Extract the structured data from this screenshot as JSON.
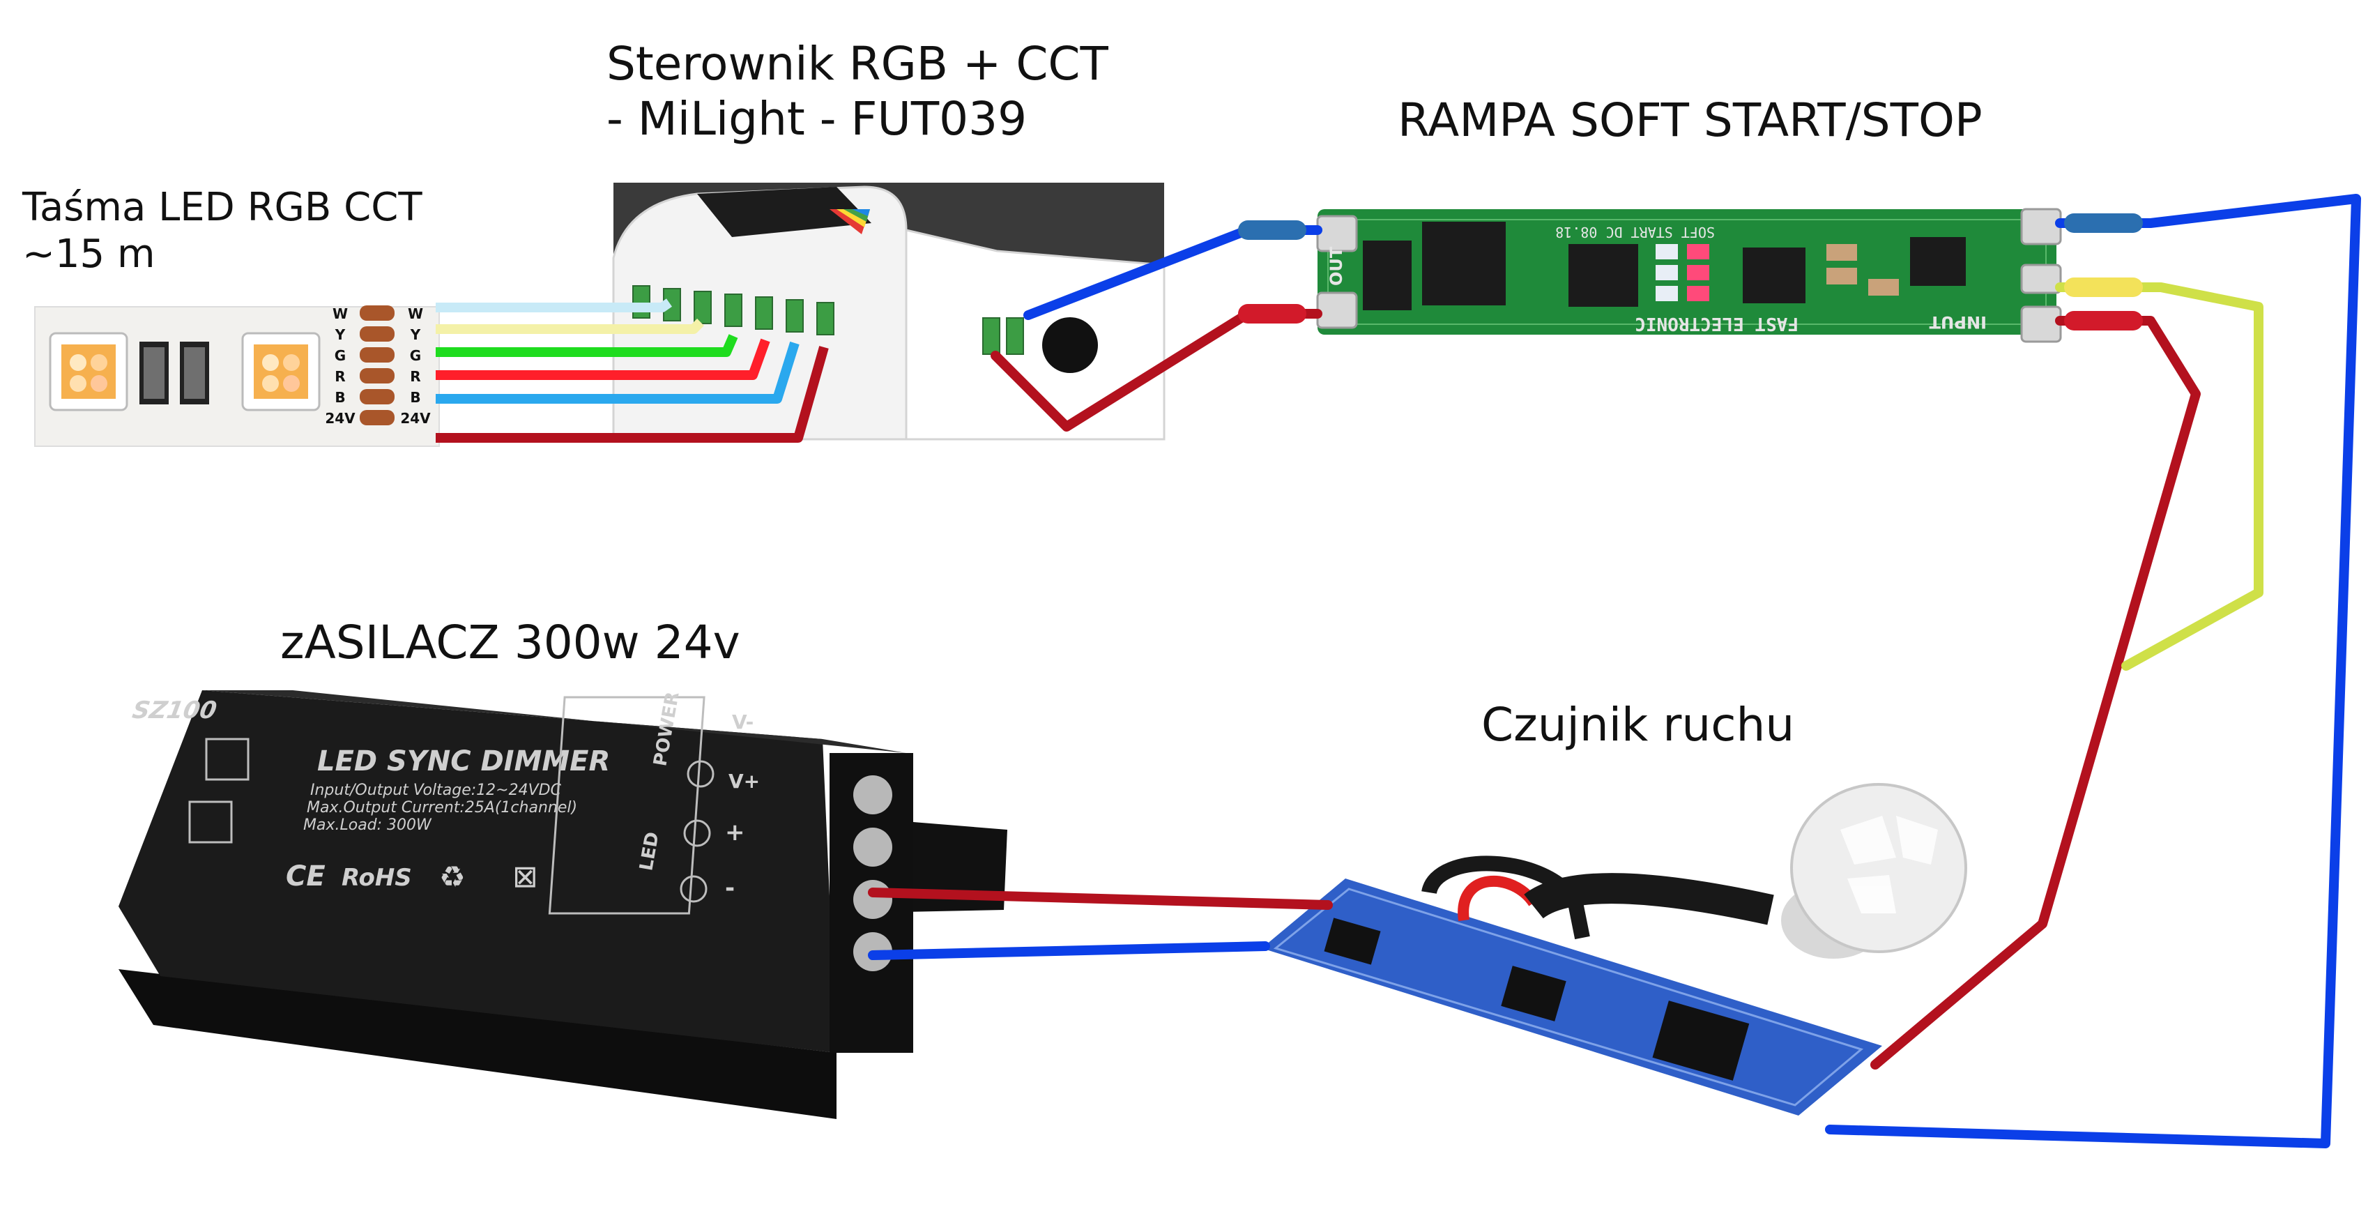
{
  "labels": {
    "strip": [
      "Taśma LED RGB CCT",
      "~15 m"
    ],
    "controller": [
      "Sterownik RGB + CCT",
      "- MiLight - FUT039"
    ],
    "ramp": "RAMPA SOFT START/STOP",
    "power_supply": "zASILACZ 300w 24v",
    "motion_sensor": "Czujnik ruchu"
  },
  "strip_pads": [
    "W",
    "Y",
    "G",
    "R",
    "B",
    "24V"
  ],
  "dimmer": {
    "model": "SZ100",
    "title": "LED SYNC DIMMER",
    "specs": [
      "Input/Output Voltage:12~24VDC",
      "Max.Output Current:25A(1channel)",
      "Max.Load: 300W"
    ],
    "marks": [
      "CE",
      "RoHS",
      "♻",
      "⊠"
    ],
    "terminal_power": "POWER",
    "terminal_led": "LED",
    "terminal_signs": [
      "V-",
      "V+",
      "+",
      "-"
    ]
  },
  "ramp_board": {
    "silk_top": "SOFT START DC 08.18",
    "silk_bottom": "FAST ELECTRONIC",
    "input": "INPUT",
    "out": "OUT"
  },
  "colors": {
    "wire_white": "#c8eaf7",
    "wire_yellow": "#f4f1a8",
    "wire_green": "#1fdc1f",
    "wire_red_signal": "#ff1f2a",
    "wire_blue_signal": "#2aa8ee",
    "wire_dark_red": "#b3111e",
    "wire_blue": "#0b3fe8",
    "wire_lime": "#cfe048",
    "pcb_green": "#1f8a3a",
    "pcb_blue": "#2f5fc8",
    "dimmer_body": "#1b1b1b"
  }
}
